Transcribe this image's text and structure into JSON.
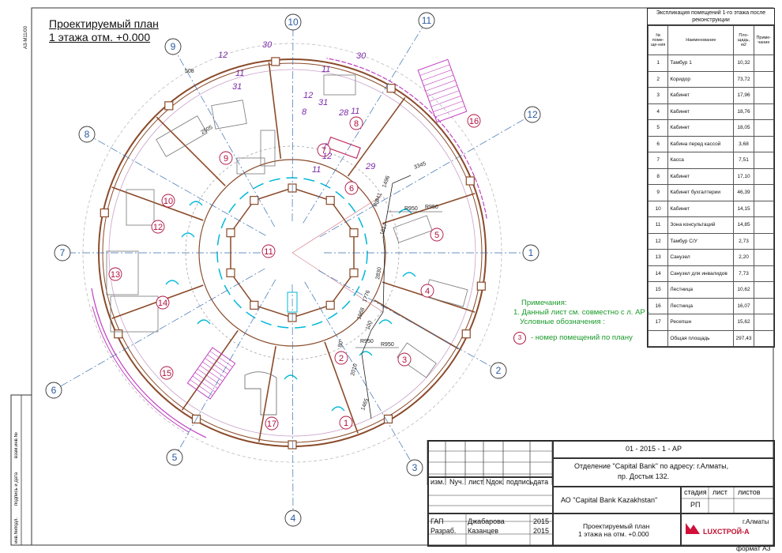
{
  "plan_title": [
    "Проектируемый план",
    "1 этажа отм. +0.000"
  ],
  "sheet_format_code": "А3-М11/00",
  "axis_labels": [
    "1",
    "2",
    "3",
    "4",
    "5",
    "6",
    "7",
    "8",
    "9",
    "10",
    "11",
    "12"
  ],
  "room_markers": [
    "1",
    "2",
    "3",
    "4",
    "5",
    "6",
    "7",
    "8",
    "9",
    "10",
    "11",
    "12",
    "13",
    "14",
    "15",
    "16",
    "17"
  ],
  "furniture_marks": [
    "12",
    "30",
    "30",
    "11",
    "11",
    "31",
    "31",
    "12",
    "11",
    "8",
    "12",
    "28",
    "7",
    "11",
    "29",
    "8"
  ],
  "dimensions": [
    "3345",
    "1496",
    "R950",
    "R950",
    "641",
    "1817",
    "2830",
    "1776",
    "1968",
    "100",
    "1465",
    "2010",
    "R950",
    "R950",
    "2505",
    "508",
    "80°",
    "80°"
  ],
  "explication": {
    "caption": "Экспликация помещений 1-го этажа после реконструкции",
    "headers": [
      "№ поме-ще-ния",
      "Наименование",
      "Пло-щадь, м2",
      "Приме-чание"
    ],
    "rows": [
      {
        "n": "1",
        "name": "Тамбур 1",
        "area": "10,32"
      },
      {
        "n": "2",
        "name": "Коридор",
        "area": "73,72"
      },
      {
        "n": "3",
        "name": "Кабинет",
        "area": "17,96"
      },
      {
        "n": "4",
        "name": "Кабинет",
        "area": "18,76"
      },
      {
        "n": "5",
        "name": "Кабинет",
        "area": "18,05"
      },
      {
        "n": "6",
        "name": "Кабина перед кассой",
        "area": "3,68"
      },
      {
        "n": "7",
        "name": "Касса",
        "area": "7,51"
      },
      {
        "n": "8",
        "name": "Кабинет",
        "area": "17,10"
      },
      {
        "n": "9",
        "name": "Кабинет бухгалтерии",
        "area": "46,39"
      },
      {
        "n": "10",
        "name": "Кабинет",
        "area": "14,15"
      },
      {
        "n": "11",
        "name": "Зона консультаций",
        "area": "14,85"
      },
      {
        "n": "12",
        "name": "Тамбур С/У",
        "area": "2,73"
      },
      {
        "n": "13",
        "name": "Санузел",
        "area": "2,20"
      },
      {
        "n": "14",
        "name": "Санузел для инвалидов",
        "area": "7,73"
      },
      {
        "n": "15",
        "name": "Лестница",
        "area": "10,62"
      },
      {
        "n": "16",
        "name": "Лестница",
        "area": "16,07"
      },
      {
        "n": "17",
        "name": "Ресепшн",
        "area": "15,62"
      }
    ],
    "total_label": "Общая площадь",
    "total_area": "297,43"
  },
  "notes": {
    "heading": "Примечания:",
    "line1": "1. Данный лист см. совместно с л. АР -",
    "line2": "Условные обозначения :",
    "legend_marker": "3",
    "legend_text": "- номер помещений по плану"
  },
  "title_block": {
    "code": "01 - 2015 - 1 - АР",
    "address_1": "Отделение \"Capital Bank\" по адресу: г.Алматы,",
    "address_2": "пр. Достык 132.",
    "customer": "АО \"Capital Bank Kazakhstan\"",
    "columns": [
      "изм.",
      "Nуч.",
      "лист",
      "Nдок.",
      "подпись",
      "дата"
    ],
    "stage_headers": [
      "стадия",
      "лист",
      "листов"
    ],
    "stage_value": "РП",
    "roles": [
      {
        "role": "ГАП",
        "name": "Джабарова",
        "year": "2015"
      },
      {
        "role": "Разраб.",
        "name": "Казанцев",
        "year": "2015"
      }
    ],
    "drawing_title_1": "Проектируемый план",
    "drawing_title_2": "1 этажа на отм. +0.000",
    "company": "LUXСТРОЙ-А",
    "city": "г.Алматы",
    "format": "формат А3"
  },
  "side_stamp": [
    "инв.№подл.",
    "подпись и дата",
    "взам.инв.№"
  ],
  "colors": {
    "wall": "#8a4a2a",
    "axis": "#3a6fb0",
    "room_marker": "#b01040",
    "glass": "#00b8d8",
    "furniture_mark": "#7a2aa8",
    "notes": "#1a9a2a",
    "stair": "#c040c0"
  }
}
